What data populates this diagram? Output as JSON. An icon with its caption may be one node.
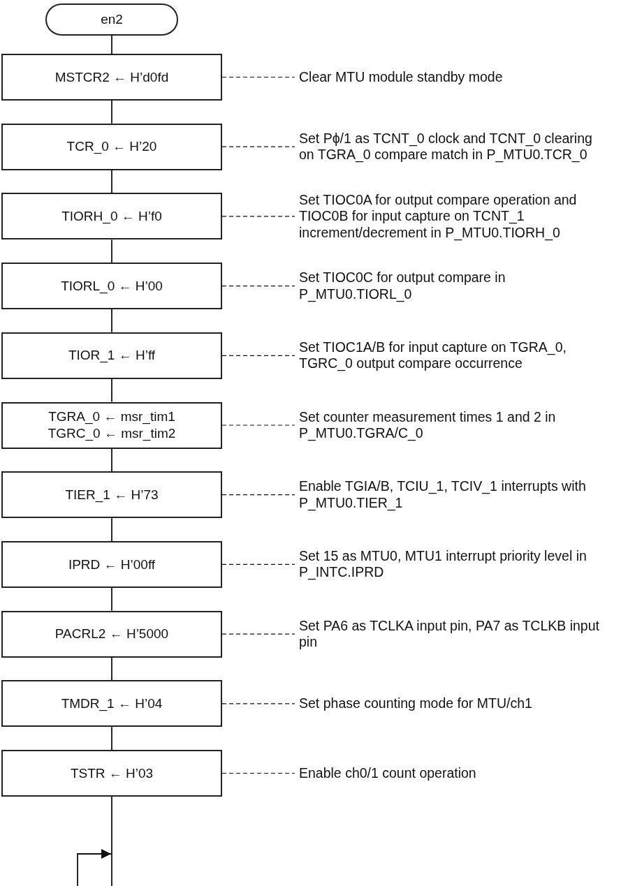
{
  "diagram": {
    "nodes": [
      {
        "text": [
          "en2"
        ]
      },
      {
        "text": [
          "MSTCR2 ← H’d0fd"
        ]
      },
      {
        "text": [
          "Clear MTU module standby mode"
        ]
      },
      {
        "text": [
          "TCR_0 ← H’20"
        ]
      },
      {
        "text": [
          "Set Pϕ/1 as TCNT_0 clock and TCNT_0 clearing on TGRA_0 compare match in P_MTU0.TCR_0"
        ]
      },
      {
        "text": [
          "TIORH_0 ← H’f0"
        ]
      },
      {
        "text": [
          "Set TIOC0A for output compare operation and TIOC0B for input capture on TCNT_1 increment/decrement in P_MTU0.TIORH_0"
        ]
      },
      {
        "text": [
          "TIORL_0 ← H’00"
        ]
      },
      {
        "text": [
          "Set TIOC0C for output compare in P_MTU0.TIORL_0"
        ]
      },
      {
        "text": [
          "TIOR_1 ← H’ff"
        ]
      },
      {
        "text": [
          "Set TIOC1A/B for input capture on TGRA_0, TGRC_0 output compare occurrence"
        ]
      },
      {
        "text": [
          "TGRA_0 ← msr_tim1",
          "TGRC_0 ← msr_tim2"
        ]
      },
      {
        "text": [
          "Set counter measurement times 1 and 2 in P_MTU0.TGRA/C_0"
        ]
      },
      {
        "text": [
          "TIER_1 ← H’73"
        ]
      },
      {
        "text": [
          "Enable TGIA/B, TCIU_1, TCIV_1 interrupts with P_MTU0.TIER_1"
        ]
      },
      {
        "text": [
          "IPRD ← H’00ff"
        ]
      },
      {
        "text": [
          "Set 15 as MTU0, MTU1 interrupt priority level in P_INTC.IPRD"
        ]
      },
      {
        "text": [
          "PACRL2 ← H’5000"
        ]
      },
      {
        "text": [
          "Set PA6 as TCLKA input pin, PA7 as TCLKB input pin"
        ]
      },
      {
        "text": [
          "TMDR_1 ← H’04"
        ]
      },
      {
        "text": [
          "Set phase counting mode for MTU/ch1"
        ]
      },
      {
        "text": [
          "TSTR ← H’03"
        ]
      },
      {
        "text": [
          "Enable ch0/1 count operation"
        ]
      }
    ],
    "edges": [
      {
        "from": 0,
        "to": 1,
        "arrow": "none"
      },
      {
        "from": 1,
        "to": 2,
        "arrow": "none",
        "style": "dashed"
      },
      {
        "from": 1,
        "to": 3,
        "arrow": "none"
      },
      {
        "from": 3,
        "to": 4,
        "arrow": "none",
        "style": "dashed"
      },
      {
        "from": 3,
        "to": 5,
        "arrow": "none"
      },
      {
        "from": 5,
        "to": 6,
        "arrow": "none",
        "style": "dashed"
      },
      {
        "from": 5,
        "to": 7,
        "arrow": "none"
      },
      {
        "from": 7,
        "to": 8,
        "arrow": "none",
        "style": "dashed"
      },
      {
        "from": 7,
        "to": 9,
        "arrow": "none"
      },
      {
        "from": 9,
        "to": 10,
        "arrow": "none",
        "style": "dashed"
      },
      {
        "from": 9,
        "to": 11,
        "arrow": "none"
      },
      {
        "from": 11,
        "to": 12,
        "arrow": "none",
        "style": "dashed"
      },
      {
        "from": 11,
        "to": 13,
        "arrow": "none"
      },
      {
        "from": 13,
        "to": 14,
        "arrow": "none",
        "style": "dashed"
      },
      {
        "from": 13,
        "to": 15,
        "arrow": "none"
      },
      {
        "from": 15,
        "to": 16,
        "arrow": "none",
        "style": "dashed"
      },
      {
        "from": 15,
        "to": 17,
        "arrow": "none"
      },
      {
        "from": 17,
        "to": 18,
        "arrow": "none",
        "style": "dashed"
      },
      {
        "from": 17,
        "to": 19,
        "arrow": "none"
      },
      {
        "from": 19,
        "to": 20,
        "arrow": "none",
        "style": "dashed"
      },
      {
        "from": 19,
        "to": 21,
        "arrow": "none"
      },
      {
        "from": 21,
        "to": 22,
        "arrow": "none",
        "style": "dashed"
      },
      {
        "from": 21,
        "to": null,
        "arrow": "none"
      }
    ]
  }
}
